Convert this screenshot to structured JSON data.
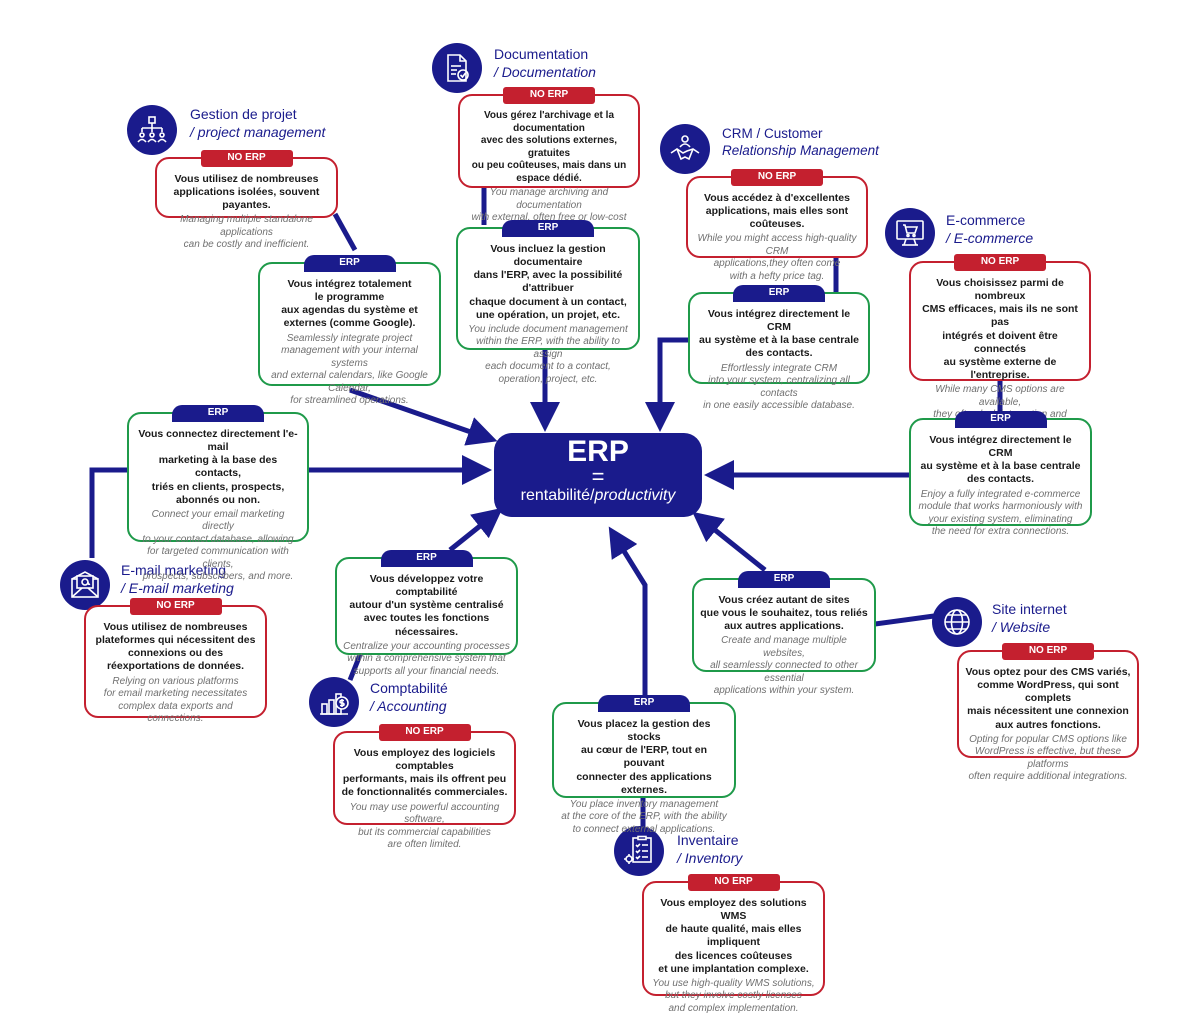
{
  "center": {
    "title": "ERP",
    "equals": "=",
    "subtitle_fr": "rentabilité/",
    "subtitle_en": "productivity"
  },
  "colors": {
    "navy": "#1a1b8c",
    "red": "#c4202f",
    "green": "#1f9a4a"
  },
  "labels": {
    "no_erp": "NO ERP",
    "erp": "ERP"
  },
  "modules": {
    "project": {
      "title_fr": "Gestion de projet",
      "title_en": "/ project management",
      "icon": "org-chart-icon",
      "no_erp_fr": "Vous utilisez de nombreuses\napplications isolées, souvent payantes.",
      "no_erp_en": "Managing multiple standalone applications\ncan be costly and inefficient.",
      "erp_fr": "Vous intégrez totalement\nle programme\naux agendas du système et\nexternes (comme Google).",
      "erp_en": "Seamlessly integrate project\nmanagement with your internal systems\nand external calendars, like Google Calendar,\nfor streamlined operations."
    },
    "documentation": {
      "title_fr": "Documentation",
      "title_en": "/ Documentation",
      "icon": "document-check-icon",
      "no_erp_fr": "Vous gérez l'archivage et la documentation\navec des solutions externes, gratuites\nou peu coûteuses, mais dans un espace dédié.",
      "no_erp_en": "You manage archiving and documentation\nwith external, often free or low-cost solutions,\nbut in a dedicated space.",
      "erp_fr": "Vous incluez la gestion documentaire\ndans l'ERP, avec la possibilité d'attribuer\nchaque document à un contact,\nune opération, un projet, etc.",
      "erp_en": "You include document management\nwithin the ERP, with the ability to assign\neach document to a contact,\noperation, project, etc."
    },
    "crm": {
      "title_fr": "CRM / Customer",
      "title_en": "Relationship Management",
      "icon": "handshake-icon",
      "no_erp_fr": "Vous accédez à d'excellentes\napplications, mais elles sont coûteuses.",
      "no_erp_en": "While you might access high-quality CRM\napplications,they often come\nwith a hefty price tag.",
      "erp_fr": "Vous intégrez directement le CRM\nau système  et à la base centrale\ndes contacts.",
      "erp_en": "Effortlessly integrate CRM\ninto your system, centralizing all contacts\nin one easily accessible database."
    },
    "ecommerce": {
      "title_fr": "E-commerce",
      "title_en": "/ E-commerce",
      "icon": "shopping-cart-icon",
      "no_erp_fr": "Vous choisissez parmi de nombreux\nCMS efficaces, mais ils ne sont pas\nintégrés et doivent être connectés\nau système externe de l'entreprise.",
      "no_erp_en": "While many CMS options are available,\nthey often lack integration and require\nadditional connections to\nyour external systems.",
      "erp_fr": "Vous intégrez directement le CRM\nau système  et à la base centrale\ndes contacts.",
      "erp_en": "Enjoy a fully integrated e-commerce\nmodule that works harmoniously with\nyour existing system, eliminating\nthe need for extra connections."
    },
    "email": {
      "title_fr": "E-mail marketing",
      "title_en": "/ E-mail marketing",
      "icon": "email-icon",
      "no_erp_fr": "Vous utilisez de nombreuses\nplateformes qui nécessitent des\nconnexions ou des\nréexportations de données.",
      "no_erp_en": "Relying on various platforms\nfor email marketing necessitates\ncomplex data exports and connections.",
      "erp_fr": "Vous connectez directement l'e-mail\nmarketing à la base des contacts,\ntriés en clients, prospects,\nabonnés ou non.",
      "erp_en": "Connect your email marketing directly\nto your contact database, allowing\nfor targeted communication with clients,\nprospects, subscribers, and more."
    },
    "accounting": {
      "title_fr": "Comptabilité",
      "title_en": "/ Accounting",
      "icon": "accounting-icon",
      "no_erp_fr": "Vous employez des logiciels comptables\nperformants, mais ils offrent peu\nde fonctionnalités commerciales.",
      "no_erp_en": "You may use powerful accounting software,\nbut its commercial capabilities\nare often limited.",
      "erp_fr": "Vous développez votre comptabilité\nautour d'un système centralisé\navec toutes les fonctions nécessaires.",
      "erp_en": "Centralize your accounting processes\nwithin a comprehensive system that\nsupports all your financial needs."
    },
    "inventory": {
      "title_fr": "Inventaire",
      "title_en": "/ Inventory",
      "icon": "checklist-icon",
      "no_erp_fr": "Vous employez des solutions WMS\nde haute qualité, mais elles impliquent\ndes licences coûteuses\net une implantation complexe.",
      "no_erp_en": "You use high-quality WMS solutions,\nbut they involve costly licenses\nand complex implementation.",
      "erp_fr": "Vous placez la gestion des stocks\nau cœur de l'ERP, tout en pouvant\nconnecter des applications externes.",
      "erp_en": "You place inventory management\nat the core of the ERP, with the ability\nto connect external applications."
    },
    "website": {
      "title_fr": "Site internet",
      "title_en": "/ Website",
      "icon": "globe-icon",
      "no_erp_fr": "Vous optez pour des CMS variés,\ncomme WordPress, qui sont complets\nmais nécessitent une connexion\naux autres fonctions.",
      "no_erp_en": "Opting for popular CMS options like\nWordPress is effective, but these platforms\noften require additional integrations.",
      "erp_fr": "Vous créez autant de sites\nque vous le souhaitez, tous reliés\naux autres applications.",
      "erp_en": "Create and manage multiple websites,\nall seamlessly connected to other essential\napplications within your system."
    }
  }
}
